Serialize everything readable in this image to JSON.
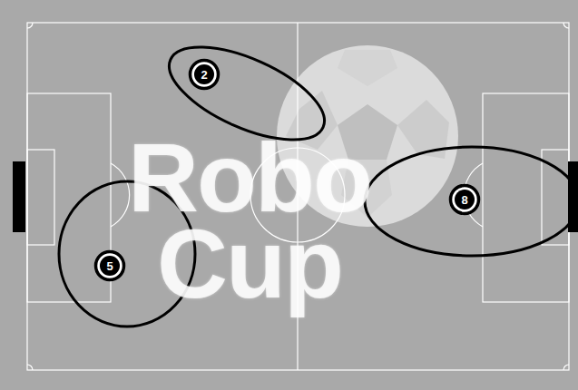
{
  "diagram": {
    "nodes": [
      {
        "text": [
          "2"
        ]
      },
      {
        "text": [
          "5"
        ]
      },
      {
        "text": [
          "8"
        ]
      }
    ],
    "labels": [
      "Robo Cup"
    ]
  }
}
